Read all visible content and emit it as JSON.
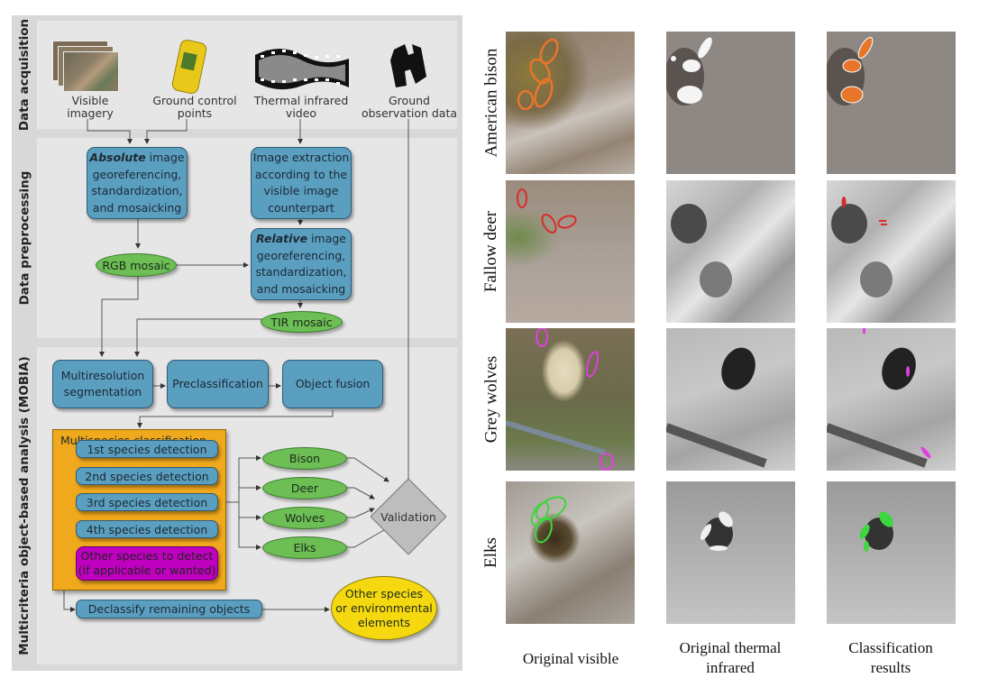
{
  "flowchart": {
    "sections": [
      {
        "label": "Data acquisition"
      },
      {
        "label": "Data preprocessing"
      },
      {
        "label": "Multicriteria object-based analysis (MOBIA)"
      }
    ],
    "sources": [
      {
        "label_line1": "Visible",
        "label_line2": "imagery",
        "icon": "aerial-image-stack-icon"
      },
      {
        "label_line1": "Ground control",
        "label_line2": "points",
        "icon": "gps-device-icon"
      },
      {
        "label_line1": "Thermal infrared",
        "label_line2": "video",
        "icon": "film-strip-icon"
      },
      {
        "label_line1": "Ground",
        "label_line2": "observation data",
        "icon": "binoculars-icon"
      }
    ],
    "preprocessing": {
      "absolute": {
        "bold": "Absolute",
        "rest_line1": " image",
        "line2": "georeferencing,",
        "line3": "standardization,",
        "line4": "and mosaicking"
      },
      "extraction": {
        "line1": "Image extraction",
        "line2": "according to the",
        "line3": "visible image",
        "line4": "counterpart"
      },
      "relative": {
        "bold": "Relative",
        "rest_line1": " image",
        "line2": "georeferencing,",
        "line3": "standardization,",
        "line4": "and mosaicking"
      },
      "rgb_mosaic": "RGB mosaic",
      "tir_mosaic": "TIR mosaic"
    },
    "mobia": {
      "segmentation_line1": "Multiresolution",
      "segmentation_line2": "segmentation",
      "preclassification": "Preclassification",
      "object_fusion": "Object fusion",
      "multispecies_title": "Multispecies classification",
      "detections": [
        "1st species detection",
        "2nd species detection",
        "3rd species detection",
        "4th species detection"
      ],
      "other_species_line1": "Other species to detect",
      "other_species_line2": "(if applicable or wanted)",
      "declassify": "Declassify remaining objects",
      "outputs": [
        "Bison",
        "Deer",
        "Wolves",
        "Elks"
      ],
      "validation": "Validation",
      "remaining_line1": "Other species",
      "remaining_line2": "or environmental",
      "remaining_line3": "elements"
    },
    "colors": {
      "process_box": "#5a9ec0",
      "data_ellipse": "#6cbe55",
      "classification_group": "#f0a81c",
      "other_species_box": "#c000c0",
      "remaining_ellipse": "#f5d80f",
      "validation_diamond": "#bdbdbd"
    }
  },
  "results_grid": {
    "rows": [
      {
        "label": "American bison",
        "highlight_color": "#e8762a"
      },
      {
        "label": "Fallow deer",
        "highlight_color": "#d92b2b"
      },
      {
        "label": "Grey wolves",
        "highlight_color": "#e040e0"
      },
      {
        "label": "Elks",
        "highlight_color": "#3fd63f"
      }
    ],
    "columns": [
      {
        "line1": "Original visible",
        "line2": ""
      },
      {
        "line1": "Original thermal",
        "line2": "infrared"
      },
      {
        "line1": "Classification",
        "line2": "results"
      }
    ]
  }
}
